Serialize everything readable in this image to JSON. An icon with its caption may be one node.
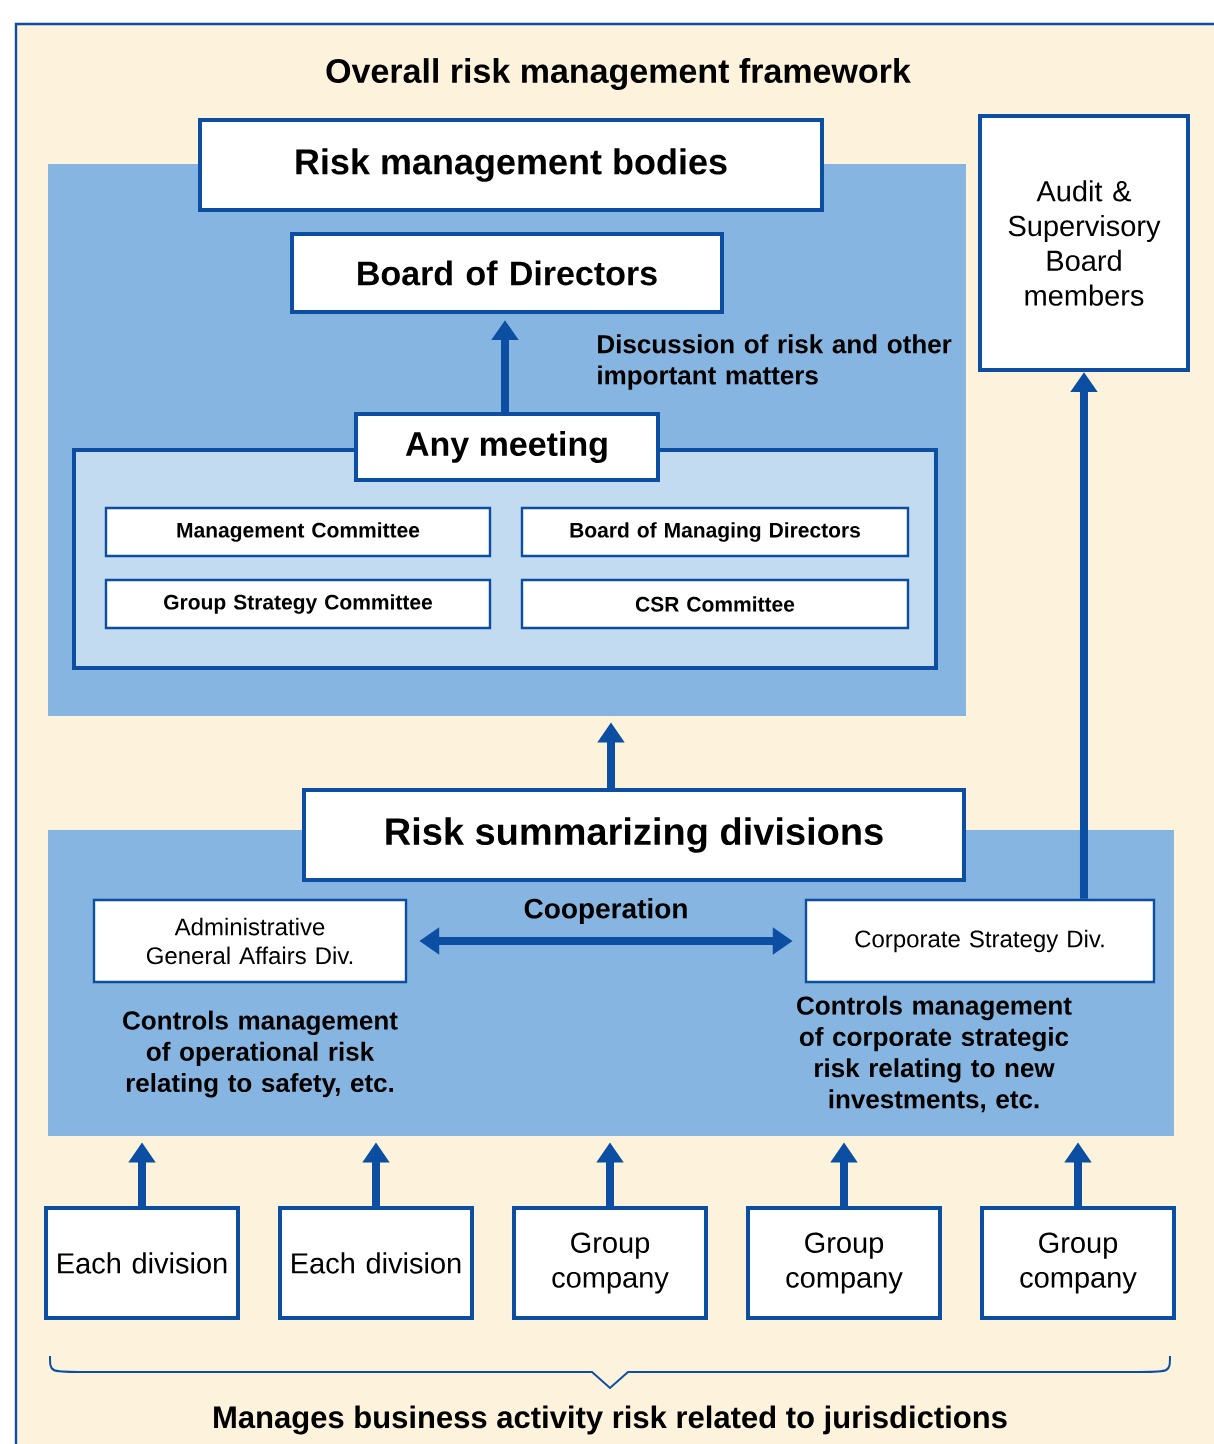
{
  "diagram": {
    "title": "Overall risk management framework",
    "nodes": [
      {
        "text": [
          "Risk management bodies"
        ]
      },
      {
        "text": [
          "Board of Directors"
        ],
        "in": 0
      },
      {
        "text": [
          "Any meeting"
        ],
        "in": 0
      },
      {
        "text": [
          "Management Committee"
        ],
        "in": 2
      },
      {
        "text": [
          "Board of Managing Directors"
        ],
        "in": 2
      },
      {
        "text": [
          "Group Strategy Committee"
        ],
        "in": 2
      },
      {
        "text": [
          "CSR Committee"
        ],
        "in": 2
      },
      {
        "text": [
          "Audit & Supervisory Board members"
        ]
      },
      {
        "text": [
          "Risk summarizing divisions"
        ]
      },
      {
        "text": [
          "Administrative General Affairs Div."
        ],
        "in": 8,
        "beside": [
          "Controls management of operational risk relating to safety, etc."
        ]
      },
      {
        "text": [
          "Corporate Strategy Div."
        ],
        "in": 8,
        "beside": [
          "Controls management of corporate strategic risk relating to new investments, etc."
        ]
      },
      {
        "text": [
          "Each division"
        ]
      },
      {
        "text": [
          "Each division"
        ]
      },
      {
        "text": [
          "Group company"
        ]
      },
      {
        "text": [
          "Group company"
        ]
      },
      {
        "text": [
          "Group company"
        ]
      }
    ],
    "edges": [
      {
        "from": 2,
        "to": 1,
        "arrow": "to",
        "label": "Discussion of risk and other important matters"
      },
      {
        "from": 8,
        "to": 0,
        "arrow": "to"
      },
      {
        "from": 10,
        "to": 7,
        "arrow": "to"
      },
      {
        "from": 9,
        "to": 10,
        "arrow": "both",
        "label": "Cooperation"
      },
      {
        "from": 11,
        "to": 8,
        "arrow": "to"
      },
      {
        "from": 12,
        "to": 8,
        "arrow": "to"
      },
      {
        "from": 13,
        "to": 8,
        "arrow": "to"
      },
      {
        "from": 14,
        "to": 8,
        "arrow": "to"
      },
      {
        "from": 15,
        "to": 8,
        "arrow": "to"
      }
    ],
    "labels": [
      "Manages business activity risk related to jurisdictions"
    ]
  }
}
